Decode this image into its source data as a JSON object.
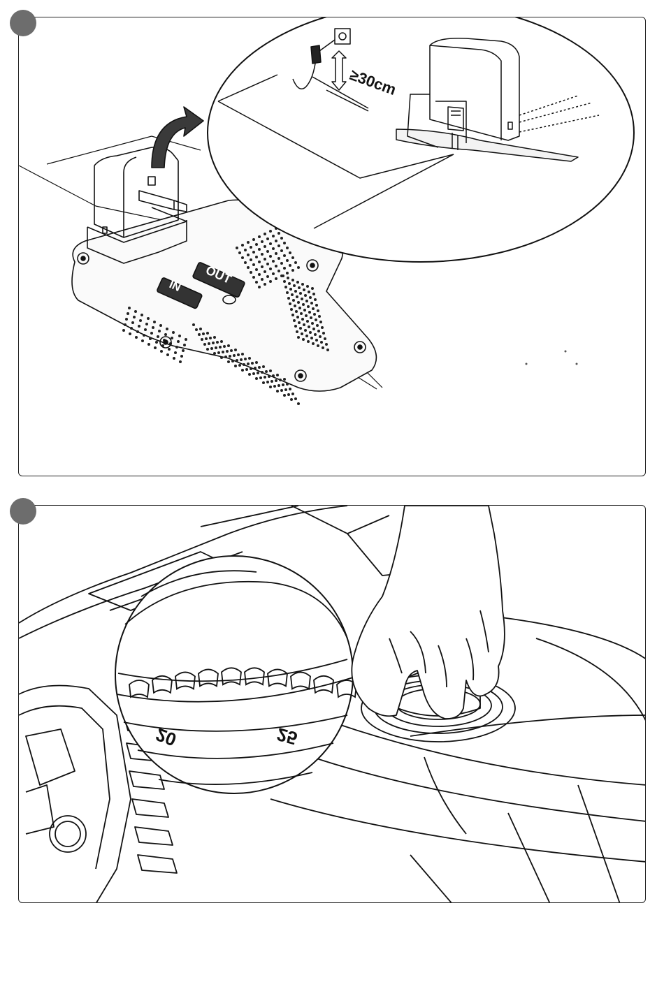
{
  "step1": {
    "clearance_label": "≥30cm",
    "base_out_label": "OUT",
    "base_in_label": "IN"
  },
  "step2": {
    "dial_value_left": "20",
    "dial_value_right": "25"
  }
}
